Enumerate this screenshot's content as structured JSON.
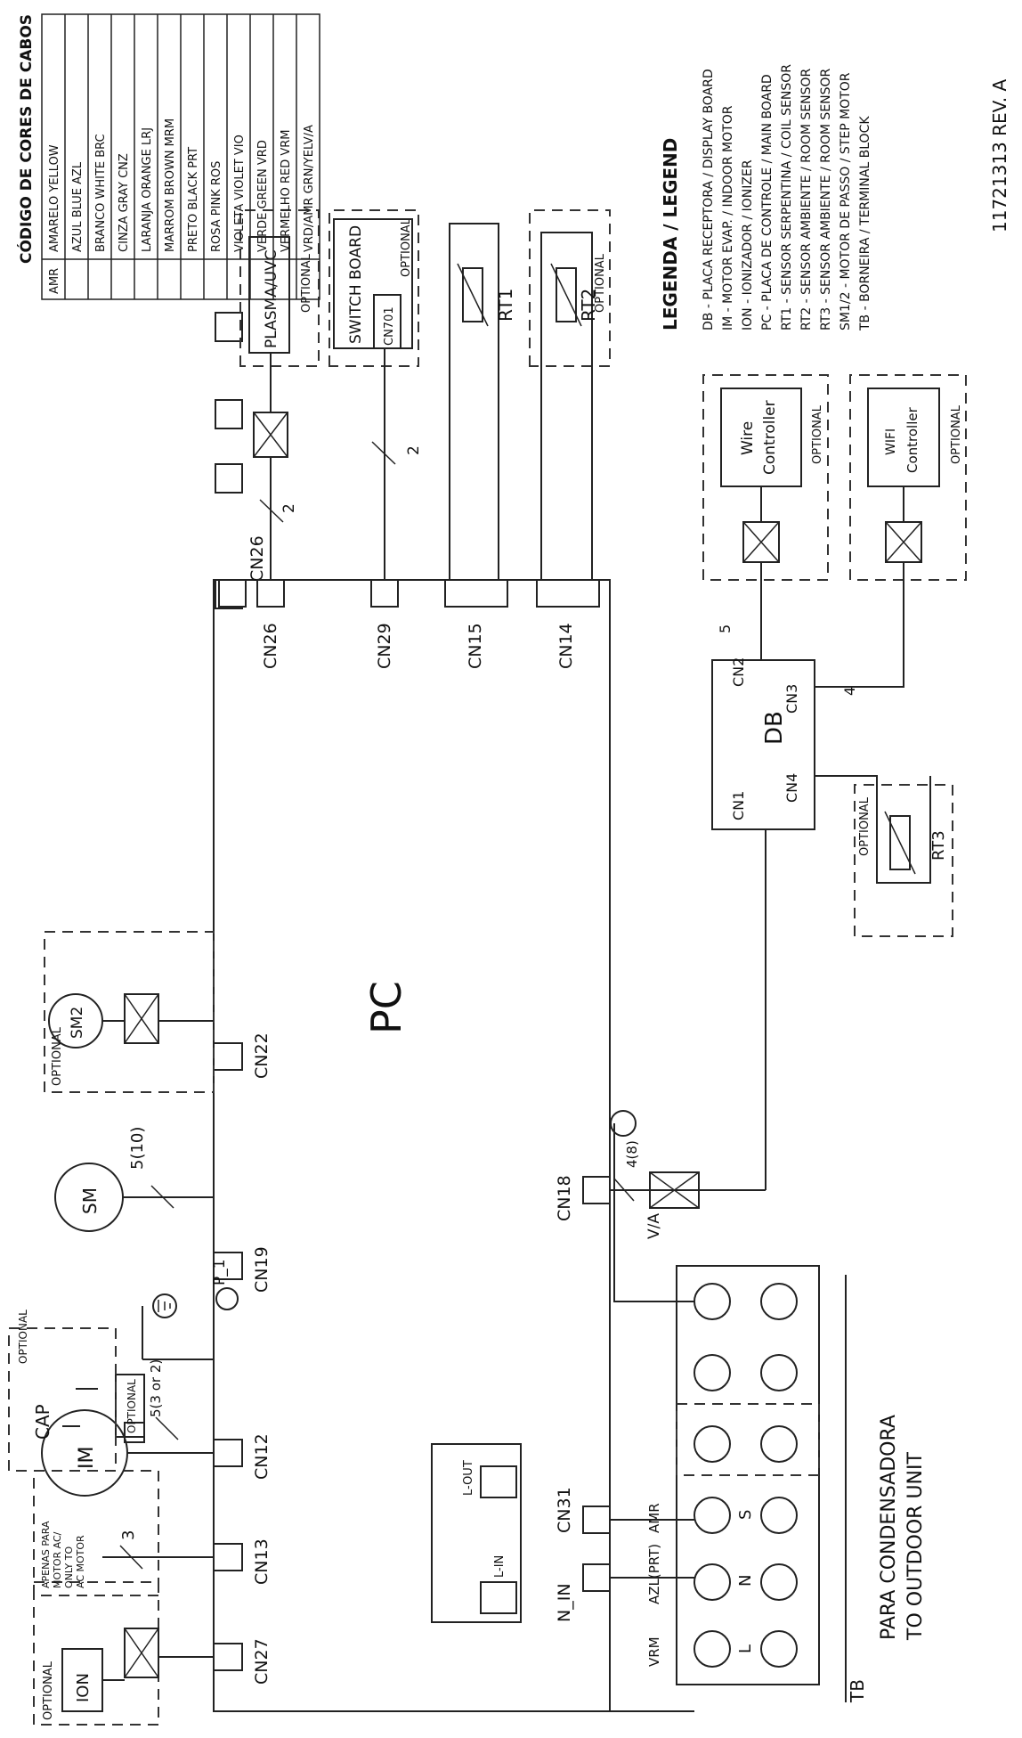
{
  "labels": {
    "pc": "PC",
    "db": "DB",
    "tb": "TB",
    "sm": "SM",
    "sm2": "SM2",
    "im": "IM",
    "cap": "CAP",
    "ion": "ION",
    "p1": "P_1",
    "rt1": "RT1",
    "rt2": "RT2",
    "rt3": "RT3",
    "plasma": "PLASMA/UVC",
    "switch_board": "SWITCH BOARD",
    "wire_controller_1": "Wire",
    "wire_controller_2": "Controller",
    "wifi_1": "WIFI",
    "wifi_2": "Controller",
    "l_in": "L-IN",
    "l_out": "L-OUT",
    "va": "V/A",
    "tb_l": "L",
    "tb_n": "N",
    "tb_s": "S",
    "wire_vrm": "VRM",
    "wire_azl": "AZL(PRT)",
    "wire_amr": "AMR",
    "outdoor_1": "PARA CONDENSADORA",
    "outdoor_2": "TO OUTDOOR UNIT",
    "revision": "11721313 REV. A"
  },
  "connectors": {
    "cn27": "CN27",
    "cn13": "CN13",
    "cn12": "CN12",
    "cn19": "CN19",
    "cn22": "CN22",
    "cn26": "CN26",
    "cn29": "CN29",
    "cn15": "CN15",
    "cn14": "CN14",
    "cn18": "CN18",
    "cn31": "CN31",
    "n_in": "N_IN",
    "cn701": "CN701",
    "db_cn1": "CN1",
    "db_cn2": "CN2",
    "db_cn3": "CN3",
    "db_cn4": "CN4"
  },
  "wire_counts": {
    "cn13": "3",
    "cn12": "5(3 or 2)",
    "cn19": "5(10)",
    "cn26": "2",
    "cn29": "2",
    "cn18": "4(8)",
    "db_cn2": "5",
    "db_cn3": "4"
  },
  "optional": {
    "ion": "OPTIONAL",
    "im": "OPTIONAL",
    "cap": "OPTIONAL",
    "sm2": "OPTIONAL",
    "plasma": "OPTIONAL",
    "switch": "OPTIONAL",
    "rt2": "OPTIONAL",
    "wire_ctrl": "OPTIONAL",
    "wifi": "OPTIONAL",
    "rt3": "OPTIONAL"
  },
  "ac_motor_note": [
    "APENAS PARA",
    "MOTOR AC/",
    "ONLY TO",
    "AC MOTOR"
  ],
  "color_code": {
    "title": "CÓDIGO DE CORES DE CABOS",
    "rows": [
      {
        "code": "AMR",
        "name": "AMARELO YELLOW"
      },
      {
        "code": "",
        "name": "AZUL BLUE AZL"
      },
      {
        "code": "",
        "name": "BRANCO WHITE BRC"
      },
      {
        "code": "",
        "name": "CINZA GRAY CNZ"
      },
      {
        "code": "",
        "name": "LARANJA ORANGE LRJ"
      },
      {
        "code": "",
        "name": "MARROM BROWN MRM"
      },
      {
        "code": "",
        "name": "PRETO BLACK PRT"
      },
      {
        "code": "",
        "name": "ROSA PINK ROS"
      },
      {
        "code": "",
        "name": "VIOLETA VIOLET VIO"
      },
      {
        "code": "",
        "name": "VERDE GREEN VRD"
      },
      {
        "code": "",
        "name": "VERMELHO RED VRM"
      },
      {
        "code": "",
        "name": "VRD/AMR    GRN/YELV/A"
      }
    ]
  },
  "legend": {
    "title": "LEGENDA / LEGEND",
    "lines": [
      "DB - PLACA RECEPTORA / DISPLAY BOARD",
      "IM - MOTOR EVAP. / INDOOR MOTOR",
      "ION - IONIZADOR / IONIZER",
      "PC - PLACA DE CONTROLE / MAIN BOARD",
      "RT1 - SENSOR SERPENTINA / COIL SENSOR",
      "RT2 - SENSOR AMBIENTE / ROOM SENSOR",
      "RT3 - SENSOR AMBIENTE / ROOM SENSOR",
      "SM1/2 - MOTOR DE PASSO / STEP MOTOR",
      "TB - BORNEIRA / TERMINAL BLOCK"
    ]
  }
}
